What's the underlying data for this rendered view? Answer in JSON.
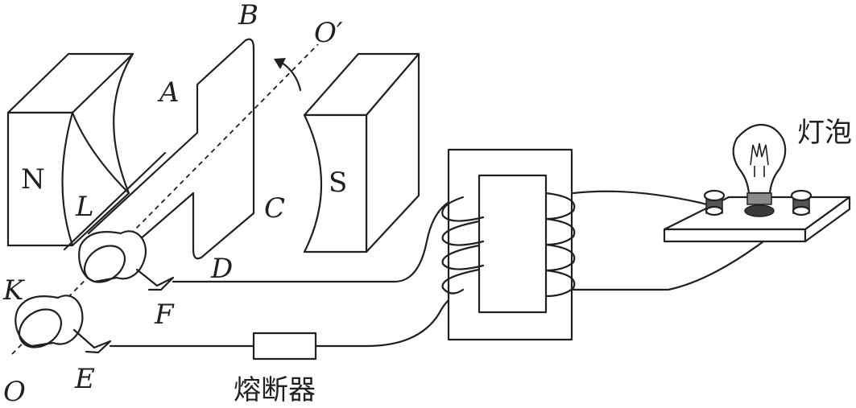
{
  "labels": {
    "N": "N",
    "S": "S",
    "A": "A",
    "B": "B",
    "C": "C",
    "D": "D",
    "O": "O",
    "O_prime": "O′",
    "K": "K",
    "L": "L",
    "E": "E",
    "F": "F",
    "bulb": "灯泡",
    "fuse": "熔断器"
  },
  "colors": {
    "ink": "#231f20",
    "background": "#ffffff",
    "socket": "#555555"
  },
  "icons": [
    "magnet-north-pole",
    "magnet-south-pole",
    "rotating-coil",
    "slip-ring",
    "brush",
    "transformer",
    "light-bulb",
    "fuse",
    "rotation-arrow"
  ]
}
